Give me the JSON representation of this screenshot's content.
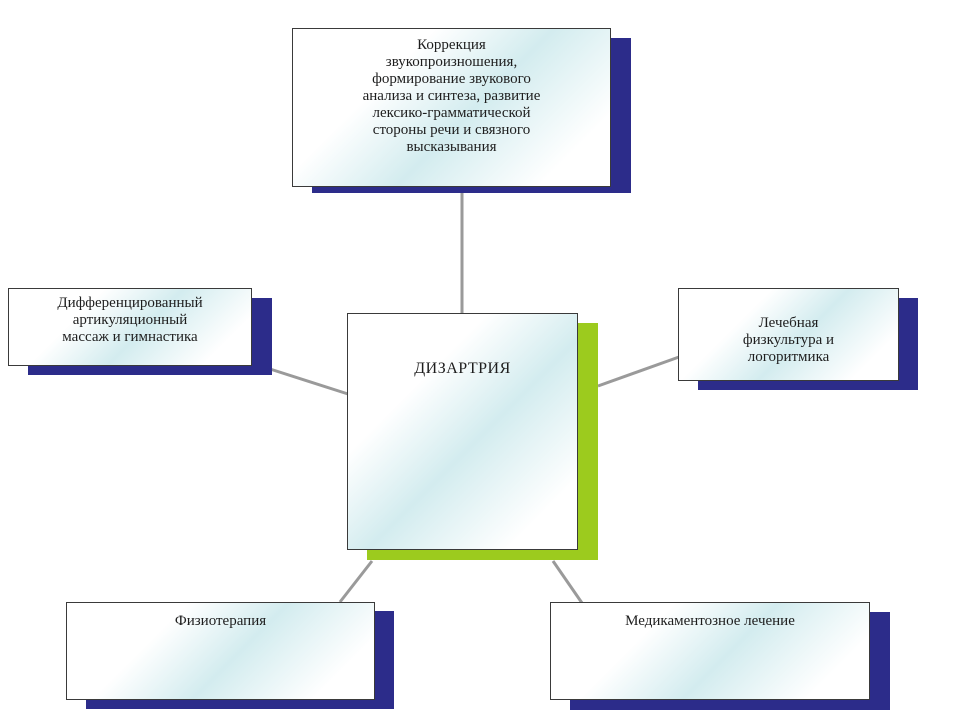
{
  "diagram": {
    "center": "ДИЗАРТРИЯ",
    "nodes": {
      "top": "Коррекция\nзвукопроизношения,\nформирование звукового\nанализа и синтеза, развитие\nлексико-грамматической\nстороны речи и связного\nвысказывания",
      "left": "Дифференцированный\nартикуляционный\nмассаж и гимнастика",
      "right": "Лечебная\nфизкультура и\nлогоритмика",
      "bottom_left": "Физиотерапия",
      "bottom_right": "Медикаментозное лечение"
    }
  },
  "colors": {
    "shadow_blue": "#2c2c8a",
    "shadow_green": "#9ccb1e",
    "connector": "#9a9a9a",
    "box_border": "#3a3a3a",
    "box_tint": "#d3ecef"
  }
}
